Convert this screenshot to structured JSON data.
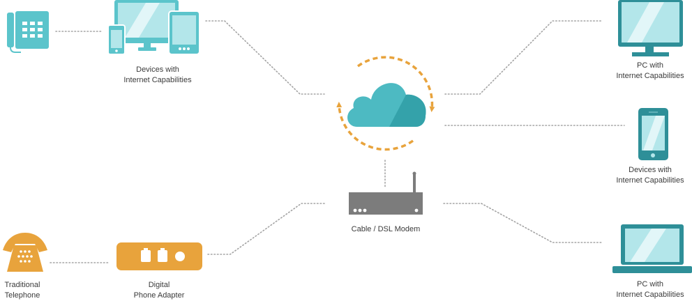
{
  "colors": {
    "teal": "#5bc4cb",
    "teal_dark": "#2e8f98",
    "teal_light": "#b3e6ea",
    "orange": "#e8a33c",
    "gray": "#7c7c7c",
    "line": "#a3a3a3",
    "text": "#3a3a3a"
  },
  "labels": {
    "devices_left": {
      "line1": "Devices with",
      "line2": "Internet Capabilities"
    },
    "pc_top": {
      "line1": "PC with",
      "line2": "Internet Capabilities"
    },
    "devices_right": {
      "line1": "Devices with",
      "line2": "Internet Capabilities"
    },
    "modem": {
      "line1": "Cable / DSL Modem"
    },
    "pc_bottom": {
      "line1": "PC with",
      "line2": "Internet Capabilities"
    },
    "traditional": {
      "line1": "Traditional",
      "line2": "Telephone"
    },
    "adapter": {
      "line1": "Digital",
      "line2": "Phone Adapter"
    }
  },
  "icons": {
    "desk_phone": "desk-phone-icon",
    "devices_group": "devices-group-icon",
    "cloud": "cloud-icon",
    "sync_arrows": "sync-arrows-icon",
    "modem": "modem-icon",
    "monitor": "monitor-icon",
    "smartphone": "smartphone-icon",
    "laptop": "laptop-icon",
    "rotary_phone": "rotary-phone-icon",
    "phone_adapter": "phone-adapter-icon"
  }
}
